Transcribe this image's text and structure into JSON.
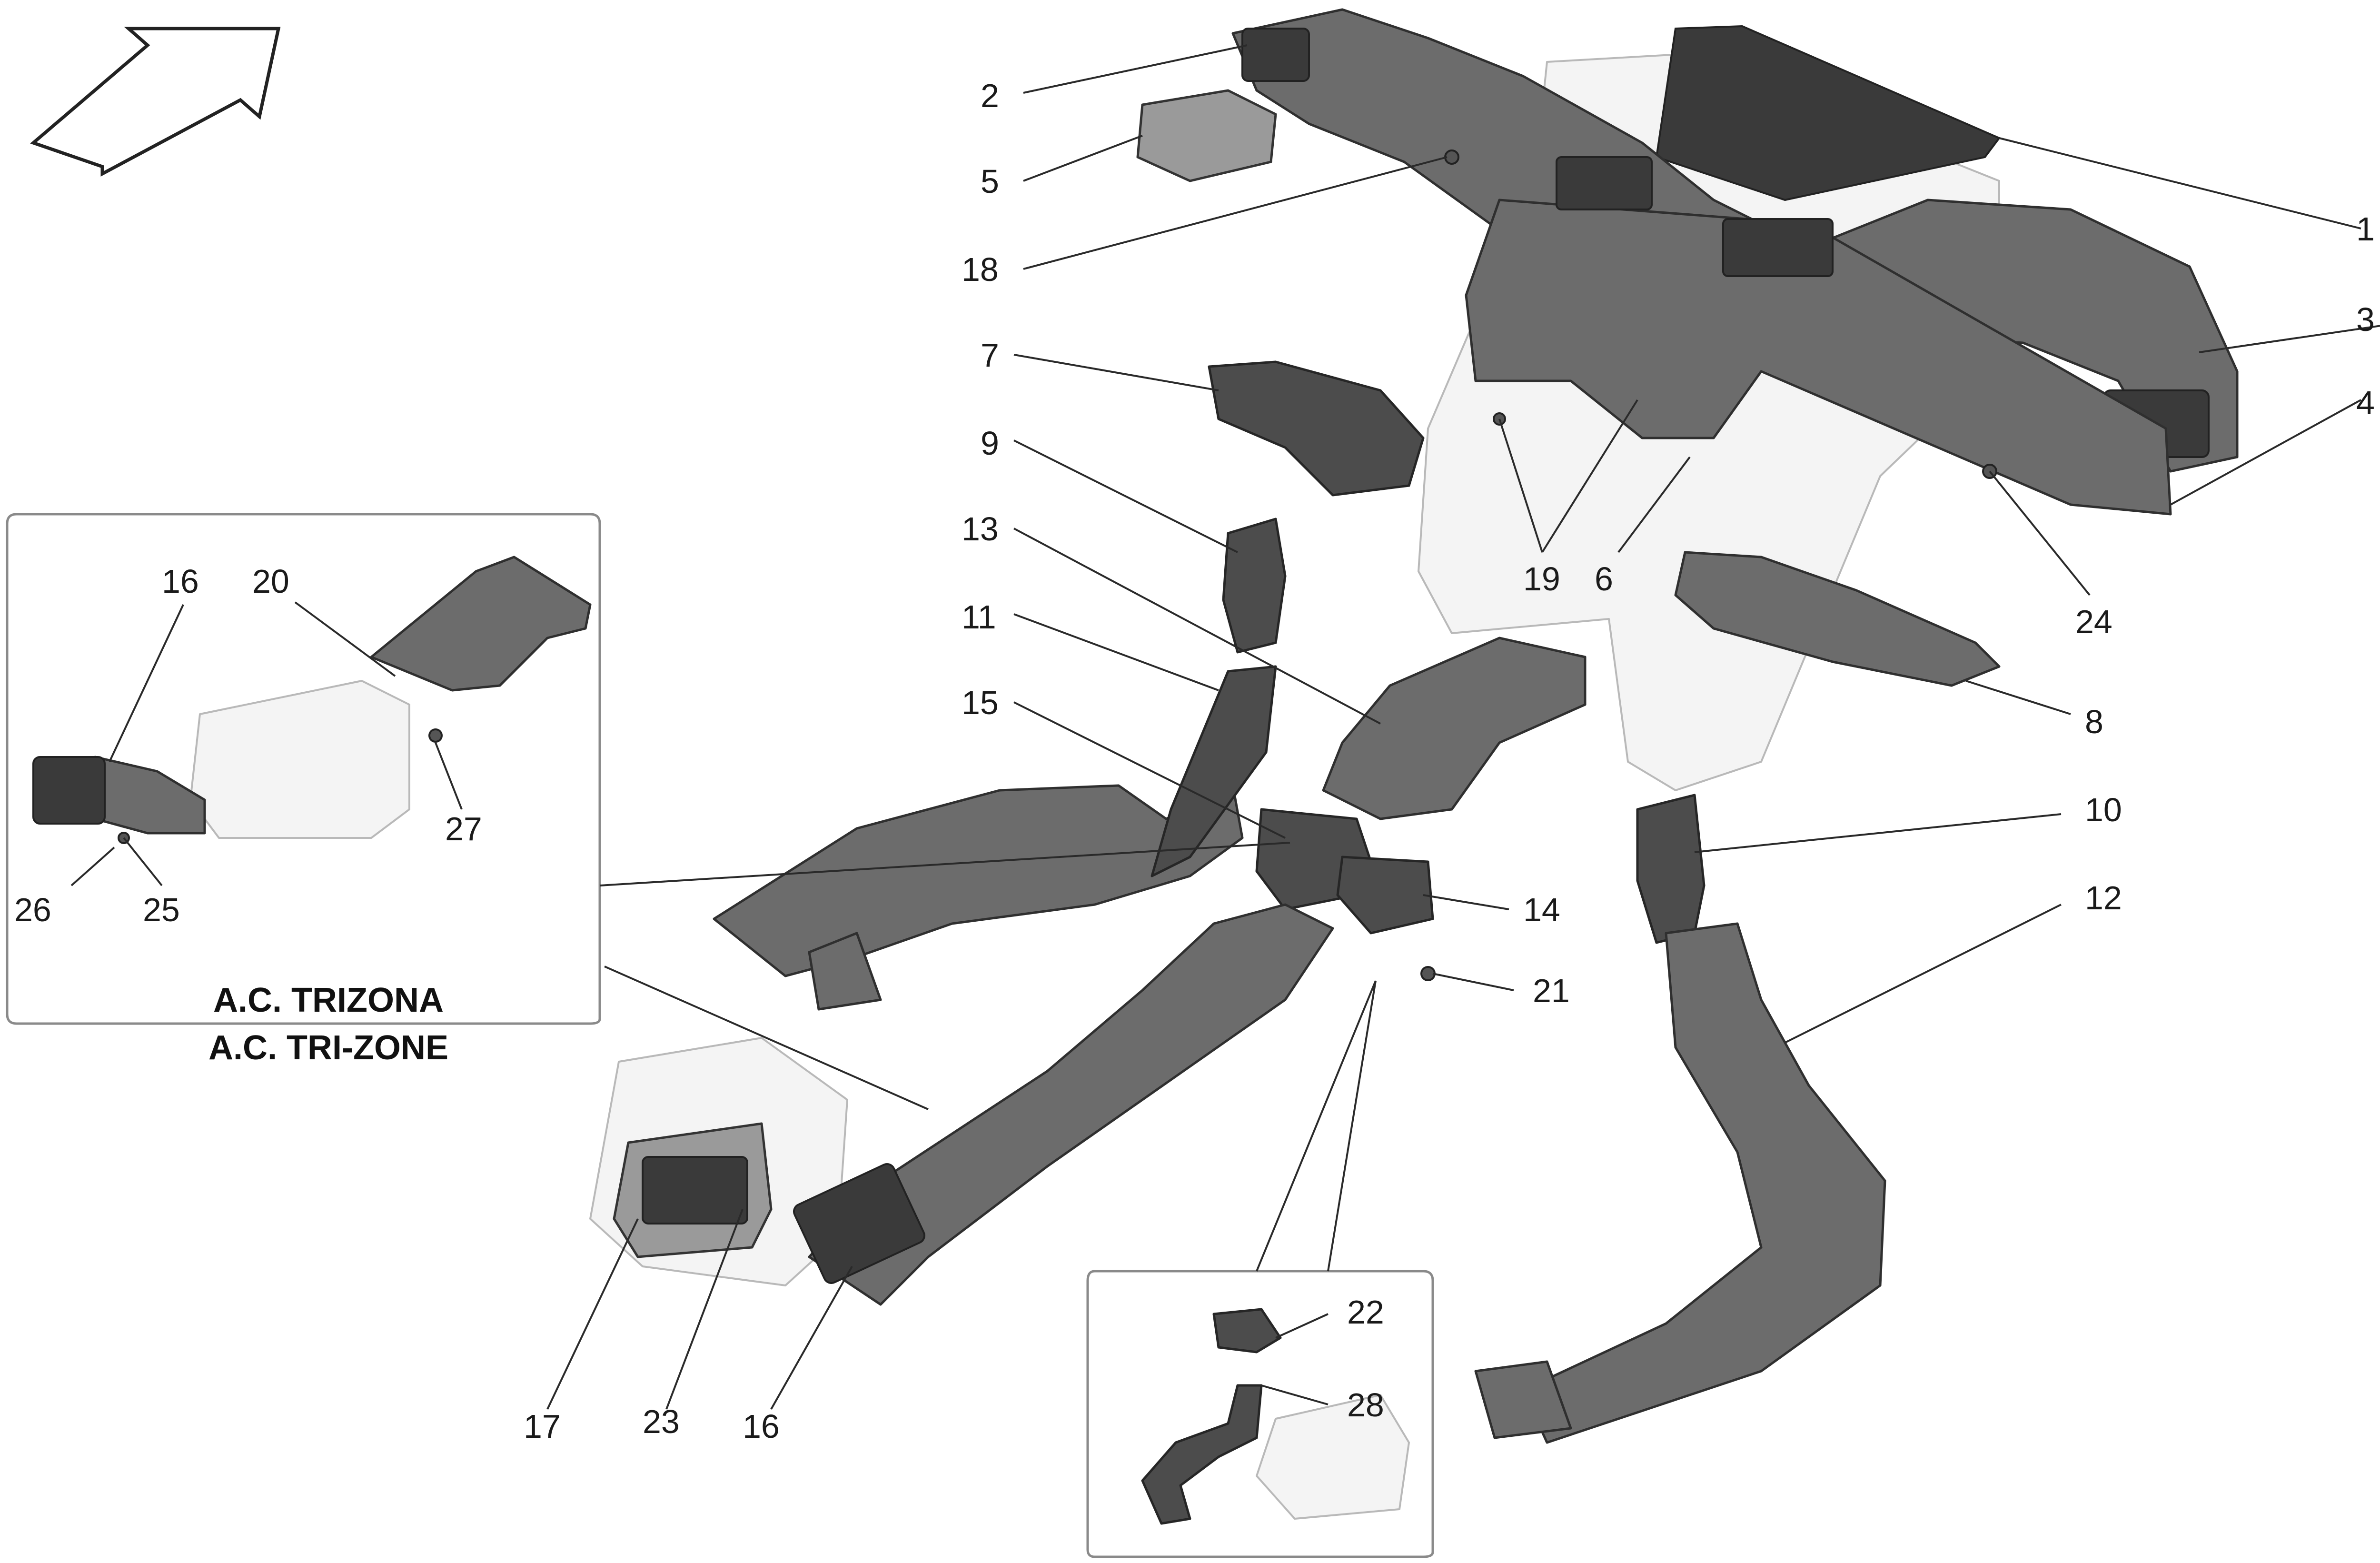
{
  "callouts": {
    "c1": "1",
    "c2": "2",
    "c3": "3",
    "c4": "4",
    "c5": "5",
    "c6": "6",
    "c7": "7",
    "c8": "8",
    "c9": "9",
    "c10": "10",
    "c11": "11",
    "c12": "12",
    "c13": "13",
    "c14": "14",
    "c15": "15",
    "c16a": "16",
    "c16b": "16",
    "c17": "17",
    "c18": "18",
    "c19": "19",
    "c20": "20",
    "c21": "21",
    "c22": "22",
    "c23": "23",
    "c24": "24",
    "c25": "25",
    "c26": "26",
    "c27": "27",
    "c28": "28"
  },
  "inset": {
    "caption_line1": "A.C. TRIZONA",
    "caption_line2": "A.C. TRI-ZONE"
  },
  "colors": {
    "duct": "#6c6c6c",
    "outline": "#2f2f2f",
    "ghost_housing": "#f4f4f4"
  }
}
